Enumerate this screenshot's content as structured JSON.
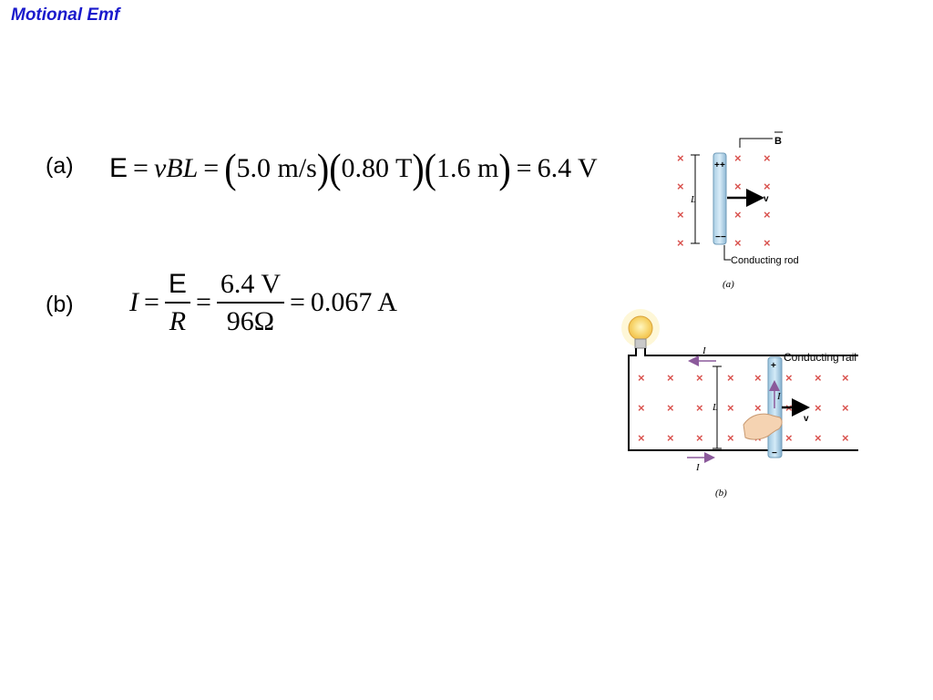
{
  "slide": {
    "title": "Motional Emf"
  },
  "part_a": {
    "label": "(a)",
    "emf_symbol": "E",
    "eq_sign": "=",
    "vBL": "vBL",
    "v_val": "5.0 m/s",
    "B_val": "0.80 T",
    "L_val": "1.6 m",
    "result": "6.4 V"
  },
  "part_b": {
    "label": "(b)",
    "current_symbol": "I",
    "emf_symbol": "E",
    "resistance_symbol": "R",
    "numerator": "6.4 V",
    "denominator": "96Ω",
    "eq_sign": "=",
    "result": "0.067 A"
  },
  "figure_a": {
    "field_label": "B",
    "length_label": "L",
    "velocity_label": "v",
    "plus_sign": "+",
    "minus_sign": "−",
    "rod_label": "Conducting rod",
    "caption": "(a)",
    "cross_symbol": "×",
    "accent_color": "#d9534f"
  },
  "figure_b": {
    "rail_label": "Conducting rail",
    "current_label": "I",
    "length_label": "L",
    "velocity_label": "v",
    "plus_sign": "+",
    "minus_sign": "−",
    "caption": "(b)",
    "cross_symbol": "×"
  }
}
